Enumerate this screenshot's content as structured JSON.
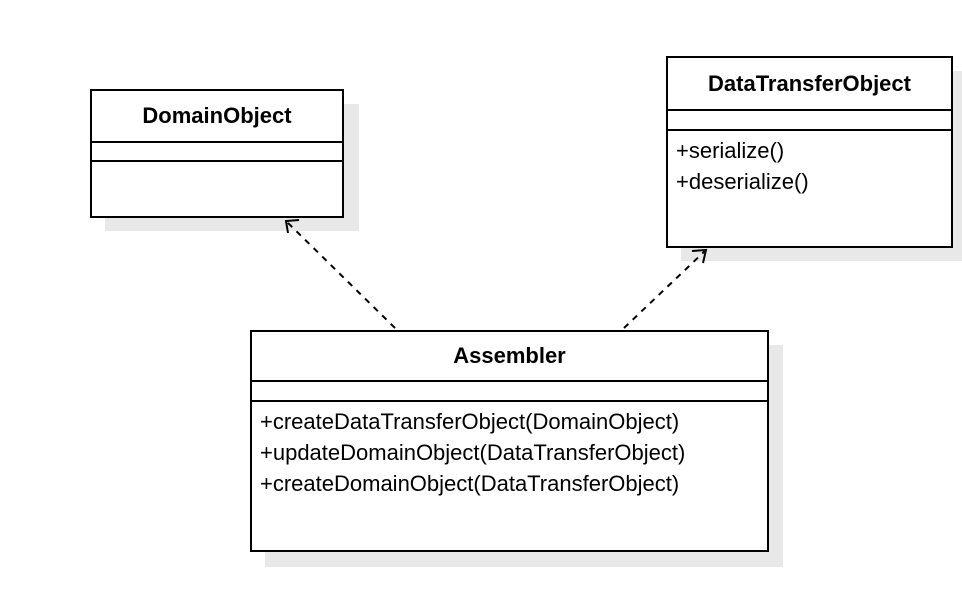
{
  "diagram": {
    "classes": [
      {
        "id": "domain-object",
        "name": "DomainObject",
        "attributes": [],
        "operations": []
      },
      {
        "id": "data-transfer-object",
        "name": "DataTransferObject",
        "attributes": [],
        "operations": [
          "+serialize()",
          "+deserialize()"
        ]
      },
      {
        "id": "assembler",
        "name": "Assembler",
        "attributes": [],
        "operations": [
          "+createDataTransferObject(DomainObject)",
          "+updateDomainObject(DataTransferObject)",
          "+createDomainObject(DataTransferObject)"
        ]
      }
    ],
    "relationships": [
      {
        "type": "dependency",
        "from": "Assembler",
        "to": "DomainObject"
      },
      {
        "type": "dependency",
        "from": "Assembler",
        "to": "DataTransferObject"
      }
    ]
  }
}
